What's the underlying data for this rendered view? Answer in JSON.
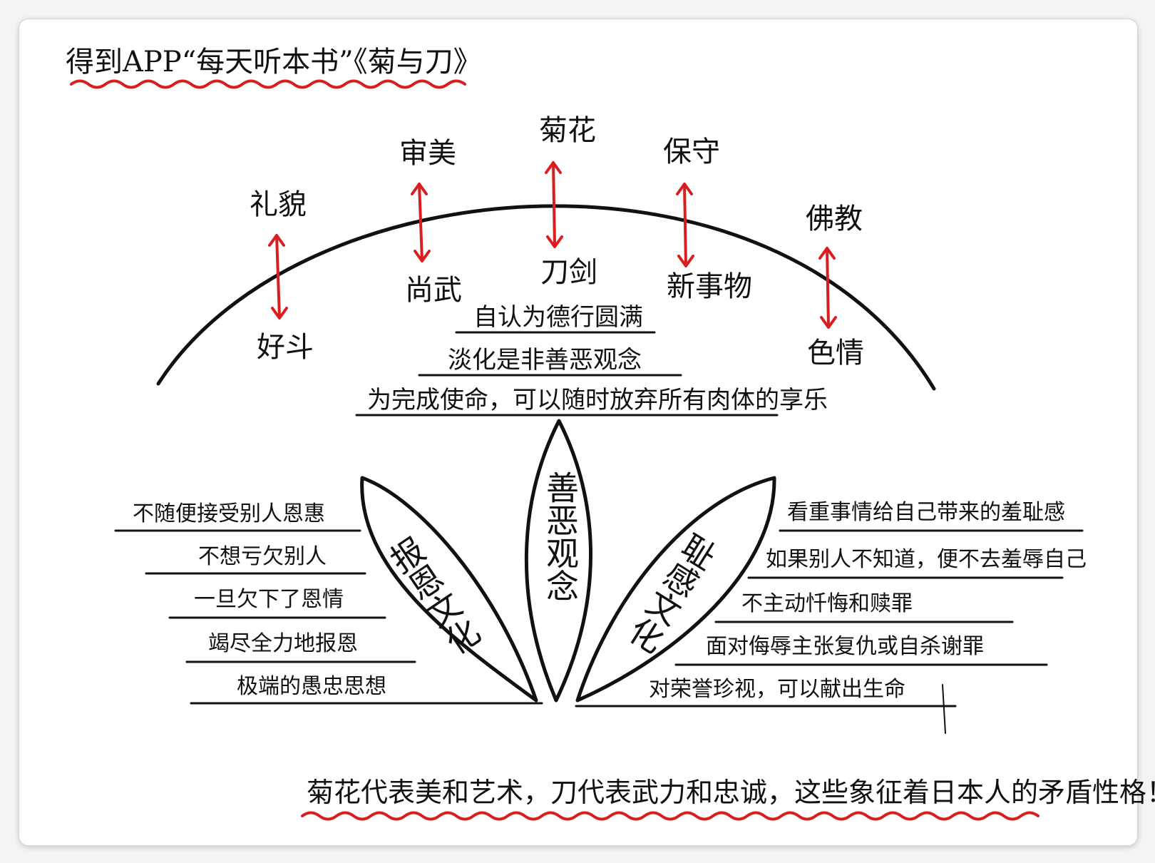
{
  "title": "得到APP“每天听本书”《菊与刀》",
  "pairs": [
    {
      "top": "礼貌",
      "bottom": "好斗"
    },
    {
      "top": "审美",
      "bottom": "尚武"
    },
    {
      "top": "菊花",
      "bottom": "刀剑"
    },
    {
      "top": "保守",
      "bottom": "新事物"
    },
    {
      "top": "佛教",
      "bottom": "色情"
    }
  ],
  "center_lines": [
    "自认为德行圆满",
    "淡化是非善恶观念",
    "为完成使命，可以随时放弃所有肉体的享乐"
  ],
  "leaves": {
    "left": "报恩文化",
    "center": "善恶观念",
    "right": "耻感文化"
  },
  "left_lines": [
    "不随便接受别人恩惠",
    "不想亏欠别人",
    "一旦欠下了恩情",
    "竭尽全力地报恩",
    "极端的愚忠思想"
  ],
  "right_lines": [
    "看重事情给自己带来的羞耻感",
    "如果别人不知道，便不去羞辱自己",
    "不主动忏悔和赎罪",
    "面对侮辱主张复仇或自杀谢罪",
    "对荣誉珍视，可以献出生命"
  ],
  "conclusion": "菊花代表美和艺术，刀代表武力和忠诚，这些象征着日本人的矛盾性格！",
  "colors": {
    "ink": "#111111",
    "accent": "#d81e1e",
    "card": "#ffffff",
    "background": "#f4f4f4"
  }
}
